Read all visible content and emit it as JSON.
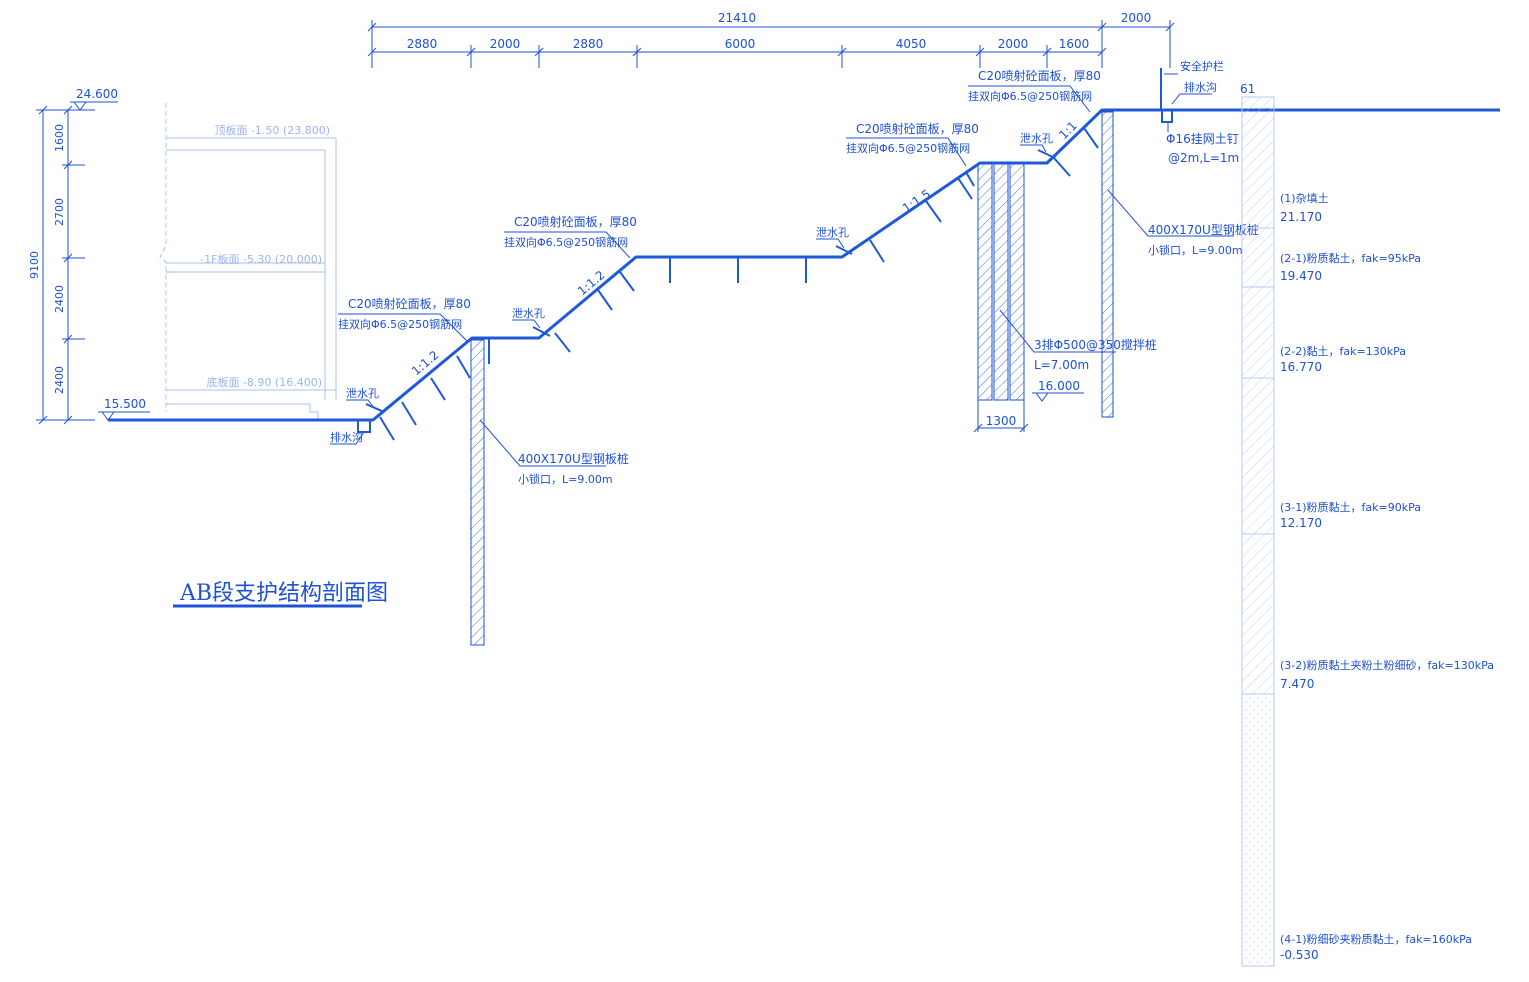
{
  "top_dimensions": {
    "overall": "21410",
    "segments": [
      "2880",
      "2000",
      "2880",
      "6000",
      "4050",
      "2000",
      "1600"
    ],
    "right": "2000"
  },
  "elevations": {
    "top": "24.600",
    "bottom": "15.500",
    "col_top": "16.000"
  },
  "left_dimensions": {
    "total": "9100",
    "segments": [
      "1600",
      "2700",
      "2400",
      "2400"
    ]
  },
  "building_levels": [
    "顶板面 -1.50 (23.800)",
    "-1F板面 -5.30 (20.000)",
    "底板面 -8.90 (16.400)"
  ],
  "slopes": [
    "1:1.2",
    "1:1.2",
    "1:1.5",
    "1:1"
  ],
  "shotcrete_notes": [
    {
      "line1": "C20喷射砼面板，厚80",
      "line2": "挂双向Φ6.5@250钢筋网"
    },
    {
      "line1": "C20喷射砼面板，厚80",
      "line2": "挂双向Φ6.5@250钢筋网"
    },
    {
      "line1": "C20喷射砼面板，厚80",
      "line2": "挂双向Φ6.5@250钢筋网"
    },
    {
      "line1": "C20喷射砼面板，厚80",
      "line2": "挂双向Φ6.5@250钢筋网"
    }
  ],
  "drain_hole": "泄水孔",
  "drain_ditch": "排水沟",
  "guardrail": "安全护栏",
  "soil_nail": {
    "line1": "Φ16挂网土钉",
    "line2": "@2m,L=1m"
  },
  "sheet_pile_left": {
    "line1": "400X170U型钢板桩",
    "line2": "小锁口，L=9.00m"
  },
  "sheet_pile_right": {
    "line1": "400X170U型钢板桩",
    "line2": "小锁口，L=9.00m"
  },
  "mixing_pile": {
    "line1": "3排Φ500@350搅拌桩",
    "line2": "L=7.00m",
    "width": "1300"
  },
  "borehole": {
    "id": "61",
    "layers": [
      {
        "name": "(1)杂填土",
        "bottom": "21.170"
      },
      {
        "name": "(2-1)粉质黏土，fak=95kPa",
        "bottom": "19.470"
      },
      {
        "name": "(2-2)黏土，fak=130kPa",
        "bottom": "16.770"
      },
      {
        "name": "(3-1)粉质黏土，fak=90kPa",
        "bottom": "12.170"
      },
      {
        "name": "(3-2)粉质黏土夹粉土粉细砂，fak=130kPa",
        "bottom": "7.470"
      },
      {
        "name": "(4-1)粉细砂夹粉质黏土，fak=160kPa",
        "bottom": "-0.530"
      }
    ]
  },
  "title": "AB段支护结构剖面图",
  "colors": {
    "line": "#1e5ad8",
    "text": "#1e50d8",
    "faint": "#a9c0f2",
    "background": "#ffffff"
  }
}
